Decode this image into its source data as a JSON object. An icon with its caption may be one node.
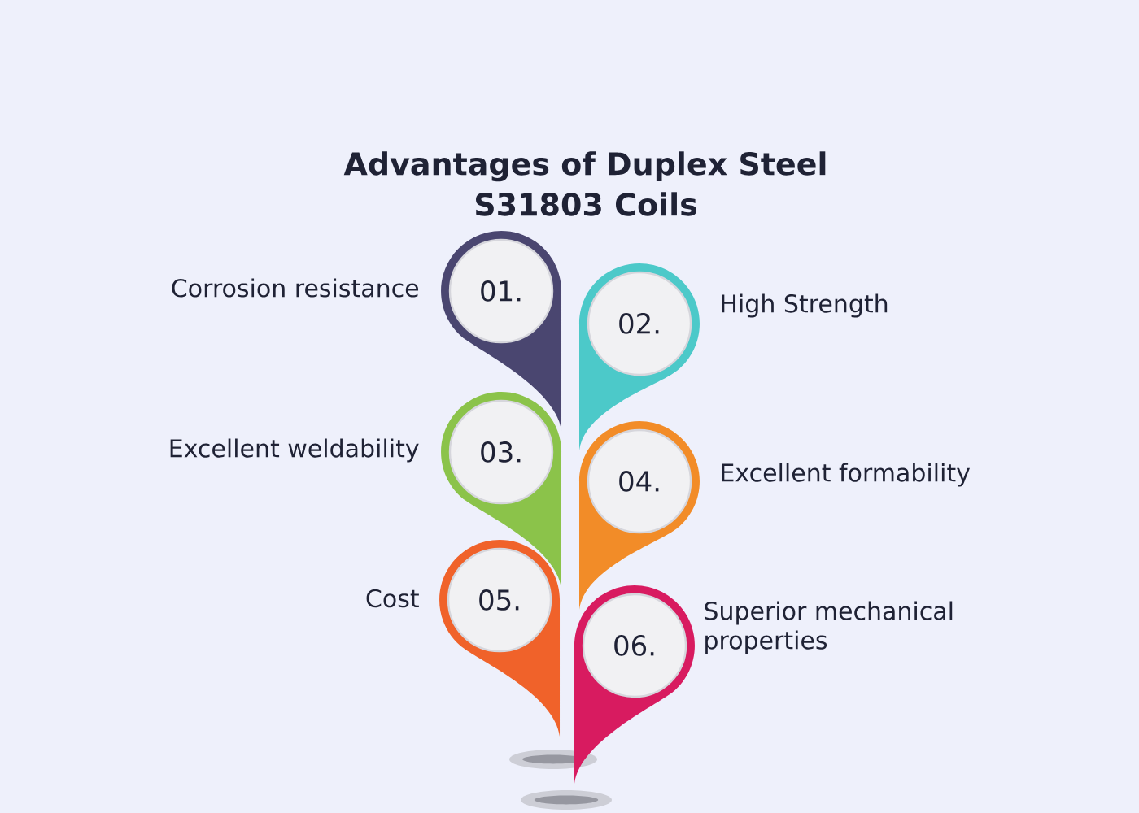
{
  "diagram": {
    "title": "Advantages of Duplex Steel S31803 Coils",
    "nodes": [
      {
        "text": [
          "01."
        ],
        "beside": [
          "Corrosion resistance"
        ]
      },
      {
        "text": [
          "02."
        ],
        "beside": [
          "High Strength"
        ]
      },
      {
        "text": [
          "03."
        ],
        "beside": [
          "Excellent weldability"
        ]
      },
      {
        "text": [
          "04."
        ],
        "beside": [
          "Excellent formability"
        ]
      },
      {
        "text": [
          "05."
        ],
        "beside": [
          "Cost"
        ]
      },
      {
        "text": [
          "06."
        ],
        "beside": [
          "Superior mechanical properties"
        ]
      }
    ]
  }
}
